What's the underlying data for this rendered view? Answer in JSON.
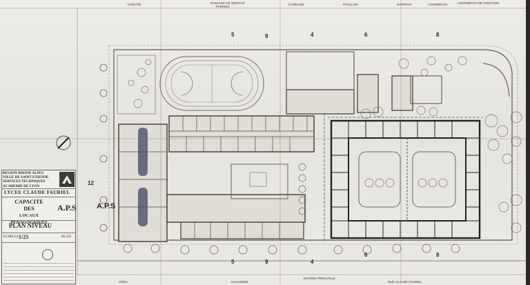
{
  "title_block": {
    "region": [
      "REGION RHONE ALPES",
      "VILLE DE SAINT ETIENNE",
      "SERVICES TECHNIQUES",
      "ACADEMIE DE LYON"
    ],
    "school": "LYCEE   CLAUDE   FAURIEL",
    "title_lines": [
      "CAPACITE",
      "DES",
      "LOCAUX PEDAGOGIQUES"
    ],
    "phase": "A.P.S",
    "level": "PLAN NIVEAU",
    "scale_label": "ECHELLE",
    "scale": "1/25",
    "sheet_number": "00.329"
  },
  "top_labels": [
    {
      "text": "CHEVITE"
    },
    {
      "text": "PASSAGE DE SERVICE"
    },
    {
      "text": "PARKING"
    },
    {
      "text": "GYMNASE"
    },
    {
      "text": "PAVILLON"
    },
    {
      "text": "INTERNAT"
    },
    {
      "text": "LOGEMENTS"
    },
    {
      "text": "LOGEMENTS DE FONCTION"
    }
  ],
  "bottom_labels": [
    {
      "text": "OPEN"
    },
    {
      "text": "CHAUSSEE"
    },
    {
      "text": "ENTREE PRINCIPALE"
    },
    {
      "text": "RUE CLAUDE FAURIEL"
    }
  ],
  "grid_markers": [
    {
      "text": "5"
    },
    {
      "text": "9"
    },
    {
      "text": "4"
    },
    {
      "text": "6"
    },
    {
      "text": "8"
    }
  ],
  "left_marker": {
    "text": "12"
  },
  "room_label": "A.P.S"
}
